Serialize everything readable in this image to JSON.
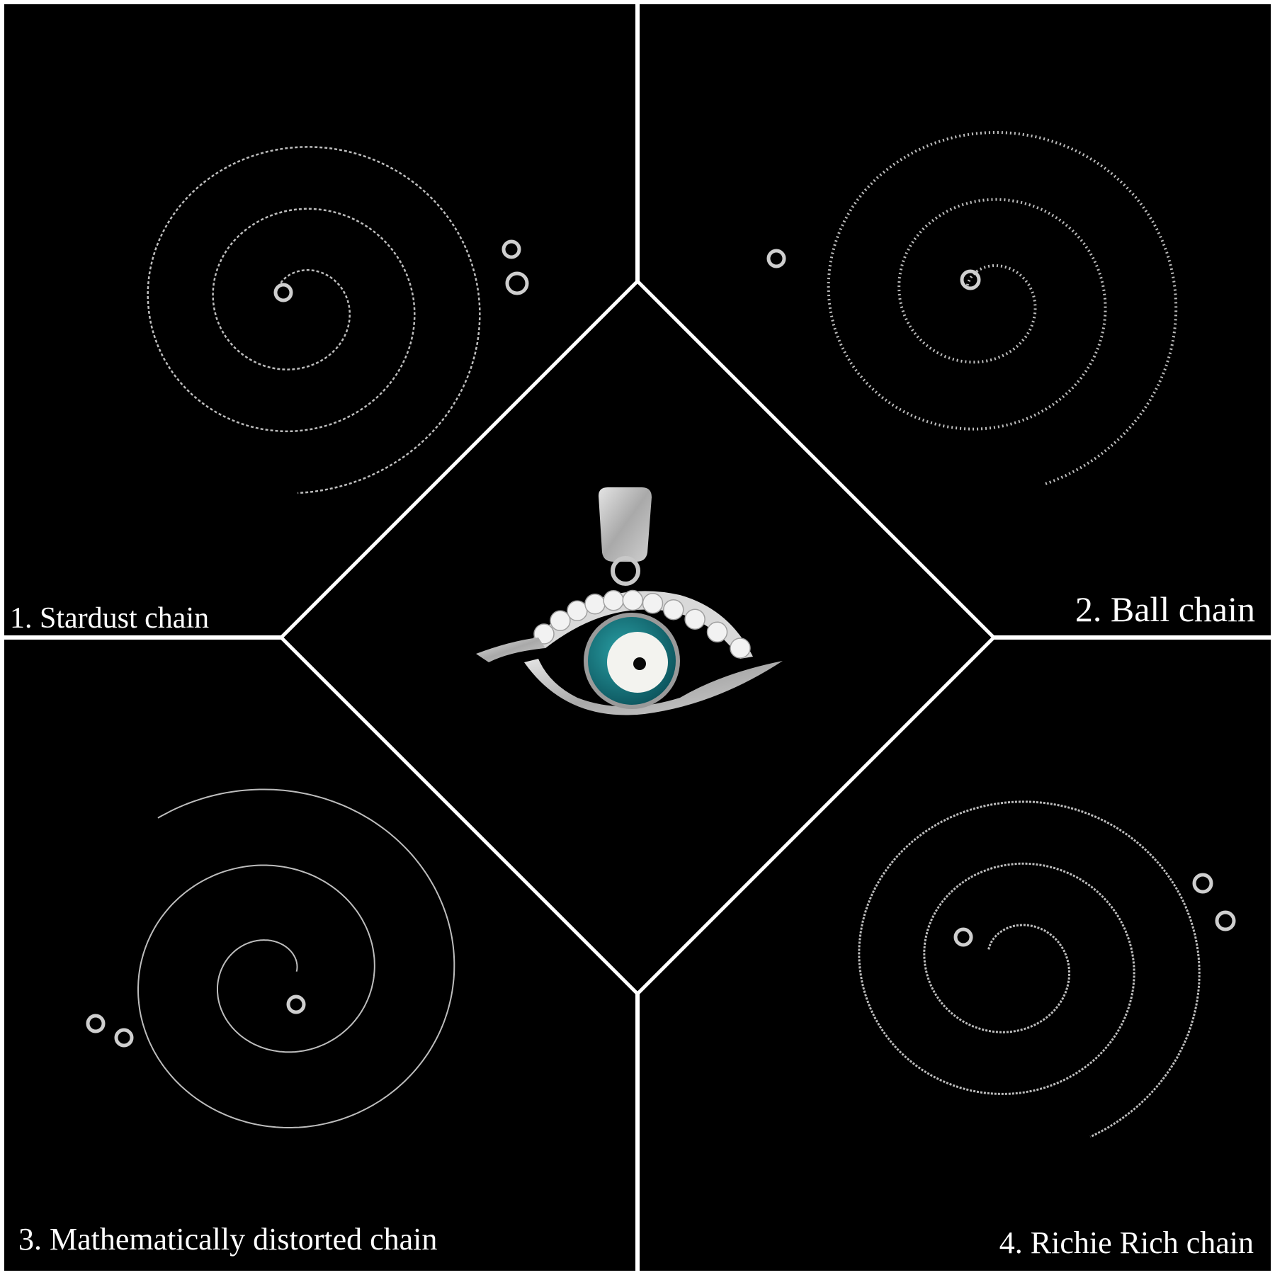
{
  "panels": [
    {
      "label": "1. Stardust chain"
    },
    {
      "label": "2. Ball chain"
    },
    {
      "label": "3. Mathematically distorted chain"
    },
    {
      "label": "4. Richie Rich chain"
    }
  ],
  "center": {
    "item": "evil-eye-pendant"
  },
  "colors": {
    "background": "#000000",
    "divider": "#ffffff",
    "silver": "#b8b8b8",
    "iris": "#0f6b72"
  }
}
